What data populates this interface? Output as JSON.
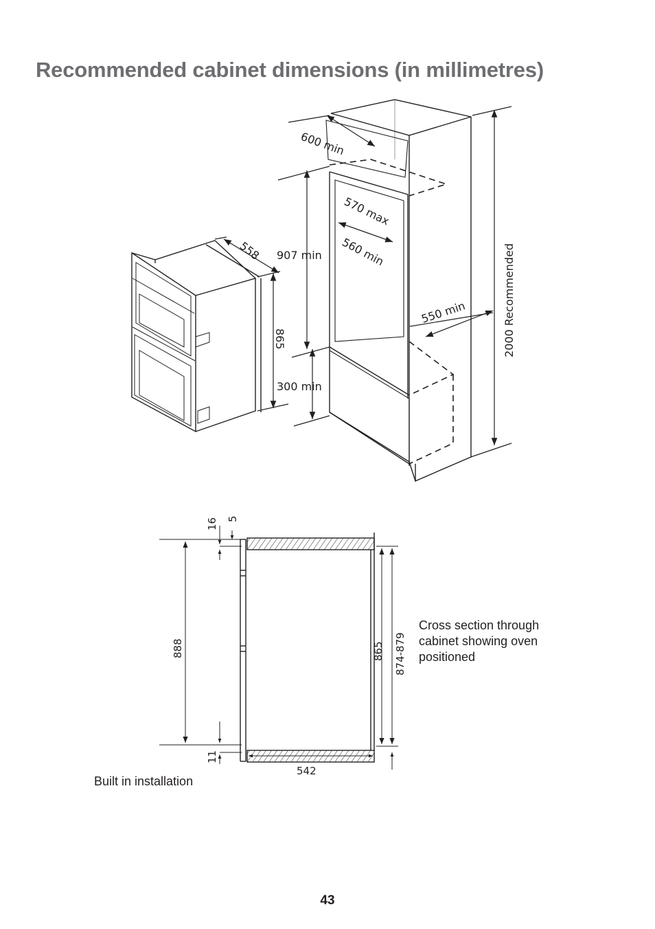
{
  "page": {
    "title": "Recommended cabinet dimensions (in millimetres)",
    "number": "43"
  },
  "diagram_3d": {
    "dimensions": {
      "width_600": "600 min",
      "width_570": "570 max",
      "width_560": "560 min",
      "depth_550": "550 min",
      "height_907": "907 min",
      "height_300": "300 min",
      "height_2000": "2000 Recommended",
      "oven_depth": "558",
      "oven_height": "865"
    }
  },
  "cross_section": {
    "dimensions": {
      "top_gap_16": "16",
      "top_gap_5": "5",
      "height_888": "888",
      "height_865": "865",
      "height_874_879": "874-879",
      "bottom_11": "11",
      "width_542": "542"
    },
    "caption_lines": [
      "Cross section through",
      "cabinet showing oven",
      "positioned"
    ],
    "label": "Built in installation"
  }
}
